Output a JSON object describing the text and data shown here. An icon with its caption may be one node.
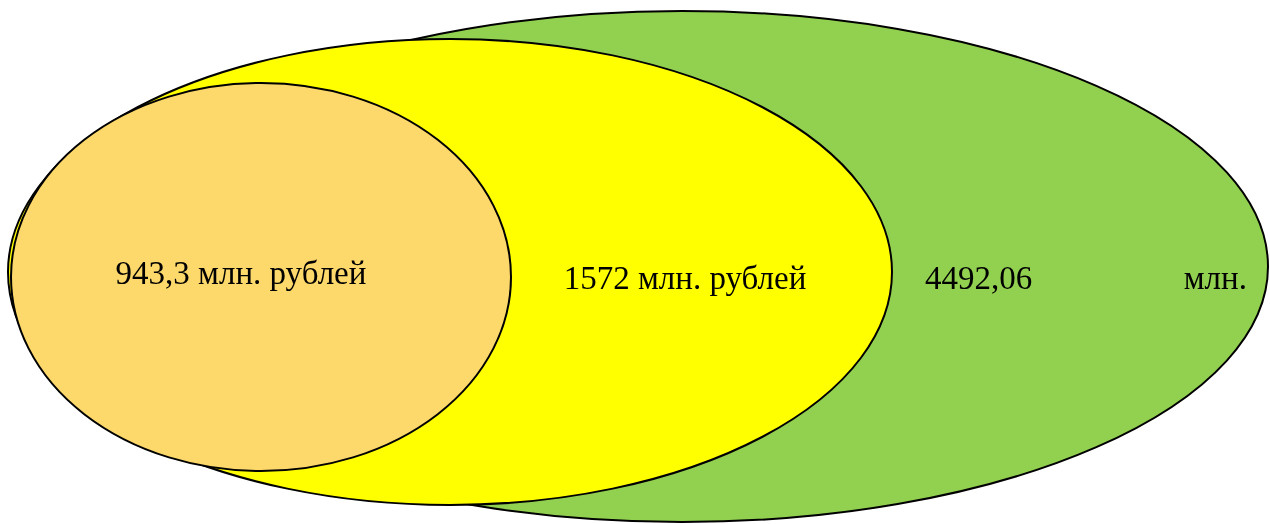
{
  "diagram": {
    "nodes": [
      {
        "text": [
          "4492,06 млн."
        ]
      },
      {
        "text": [
          "1572 млн. рублей"
        ],
        "in": 0
      },
      {
        "text": [
          "943,3 млн. рублей"
        ],
        "in": 1
      }
    ]
  }
}
